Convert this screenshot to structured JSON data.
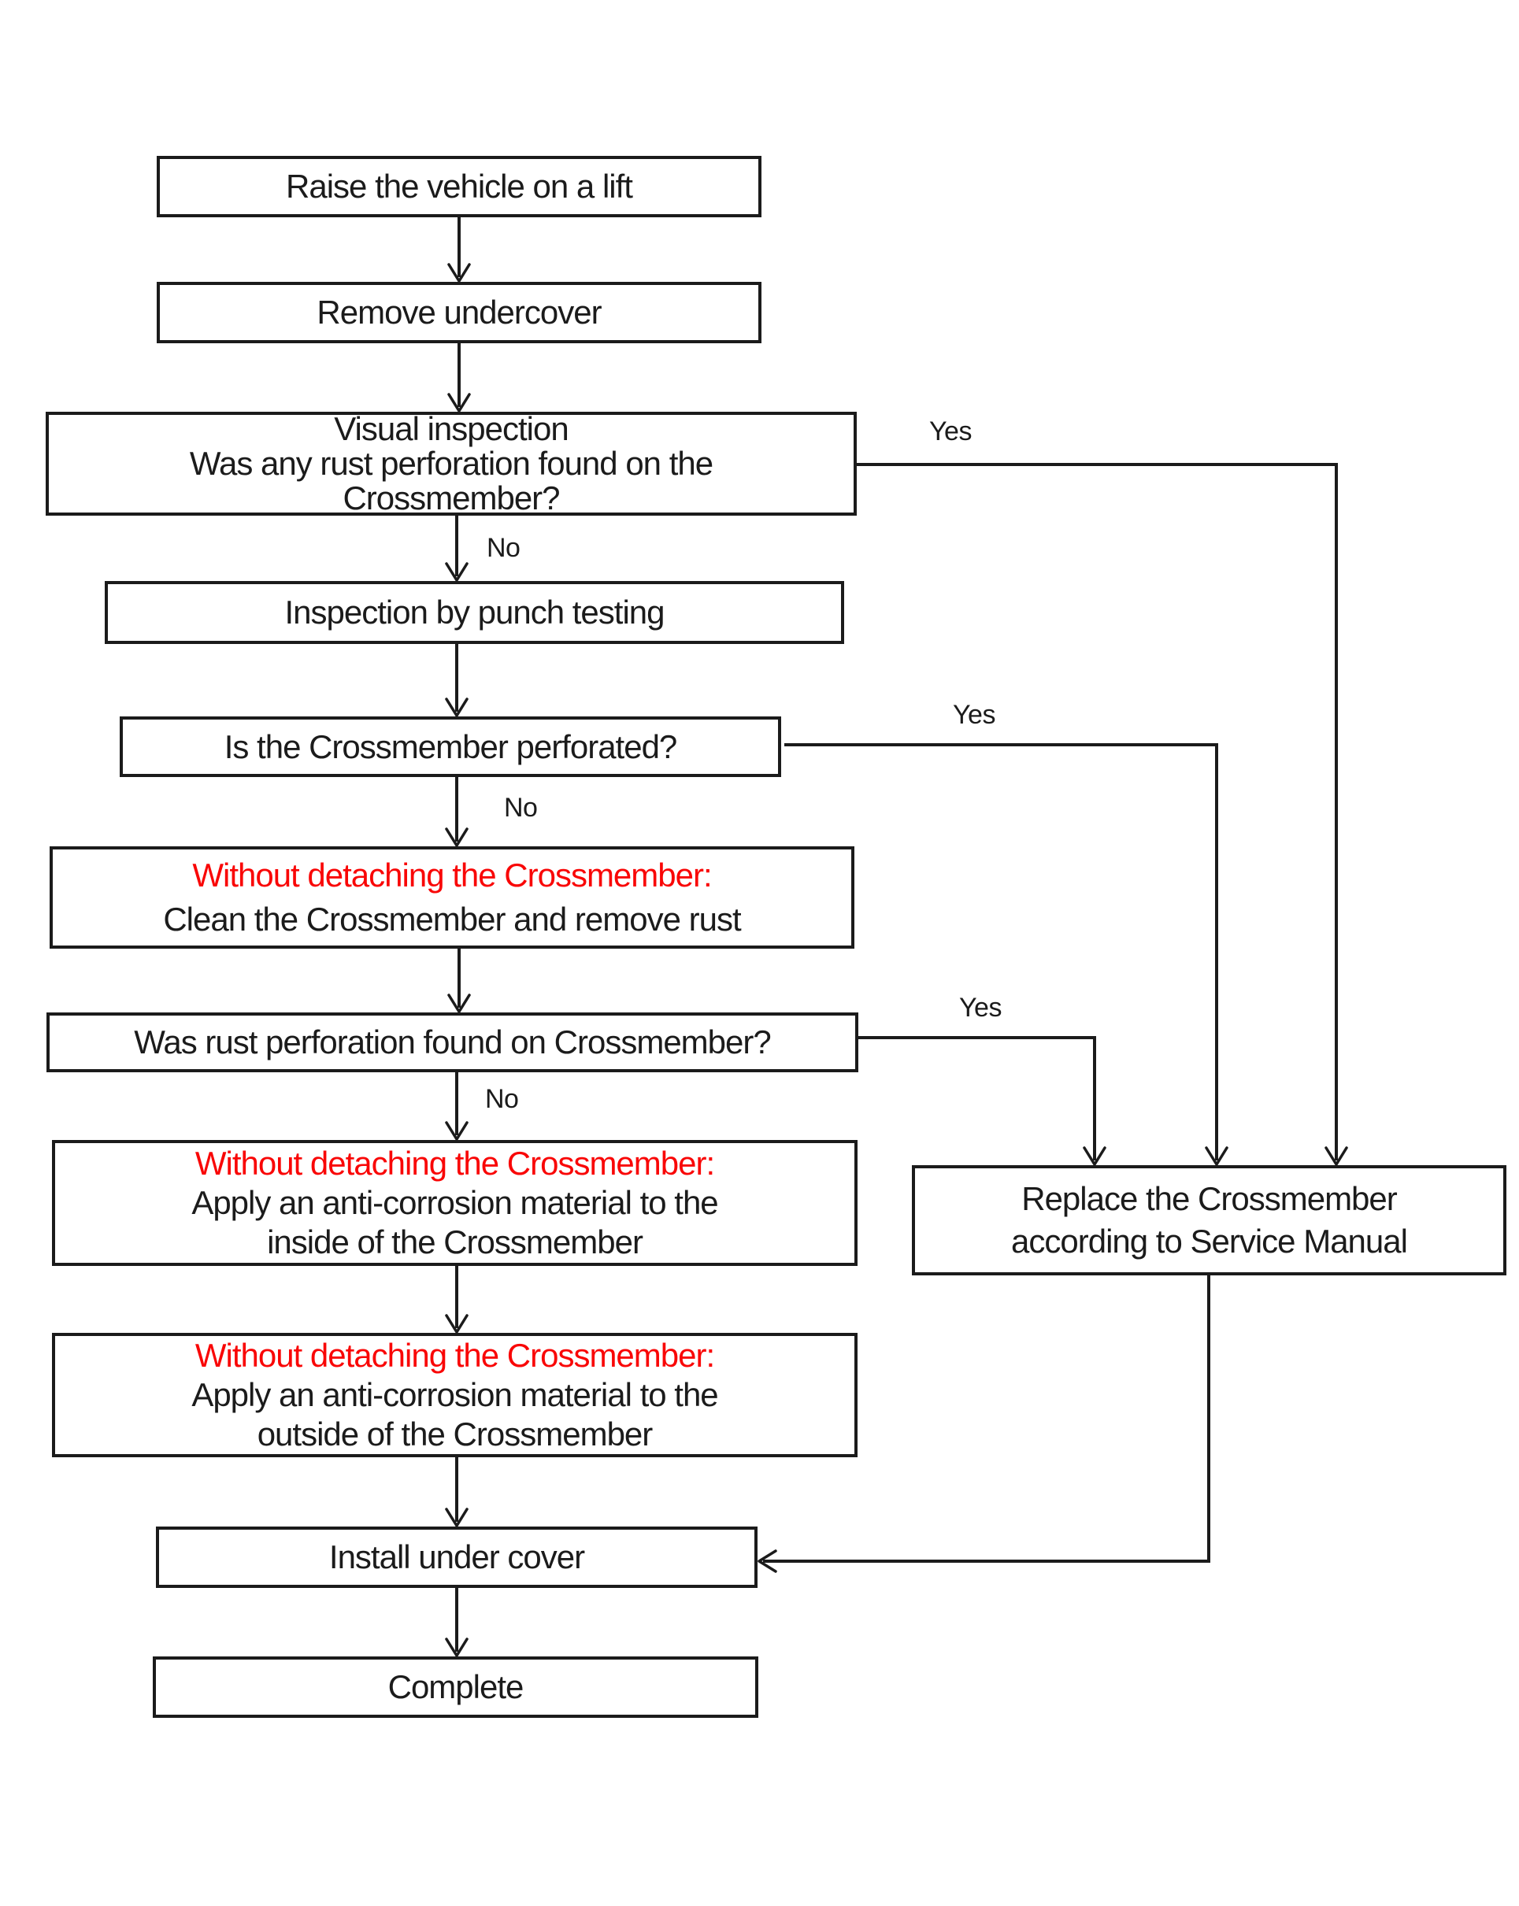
{
  "diagram": {
    "colors": {
      "line": "#1b1b1b",
      "text": "#1b1b1b",
      "red": "#f90606",
      "background": "#ffffff"
    },
    "nodes": {
      "raise_vehicle": {
        "label": "Raise the vehicle on a lift"
      },
      "remove_undercover": {
        "label": "Remove undercover"
      },
      "visual_inspection": {
        "lines": [
          "Visual inspection",
          "Was any rust perforation found on the",
          "Crossmember?"
        ]
      },
      "punch_testing": {
        "label": "Inspection by punch testing"
      },
      "perforated_question": {
        "label": "Is the Crossmember perforated?"
      },
      "clean_crossmember": {
        "heading": "Without detaching the Crossmember:",
        "body": "Clean the Crossmember and remove rust"
      },
      "rust_found_question": {
        "label": "Was rust perforation found on Crossmember?"
      },
      "apply_inside": {
        "heading": "Without detaching the Crossmember:",
        "body_line1": "Apply an anti-corrosion material to the",
        "body_line2": "inside of the Crossmember"
      },
      "apply_outside": {
        "heading": "Without detaching the Crossmember:",
        "body_line1": "Apply an anti-corrosion material to the",
        "body_line2": "outside of the Crossmember"
      },
      "replace_crossmember": {
        "lines": [
          "Replace the Crossmember",
          "according to Service Manual"
        ]
      },
      "install_undercover": {
        "label": "Install under cover"
      },
      "complete": {
        "label": "Complete"
      }
    },
    "edge_labels": {
      "visual_yes": "Yes",
      "visual_no": "No",
      "perforated_yes": "Yes",
      "perforated_no": "No",
      "rust_yes": "Yes",
      "rust_no": "No"
    }
  }
}
